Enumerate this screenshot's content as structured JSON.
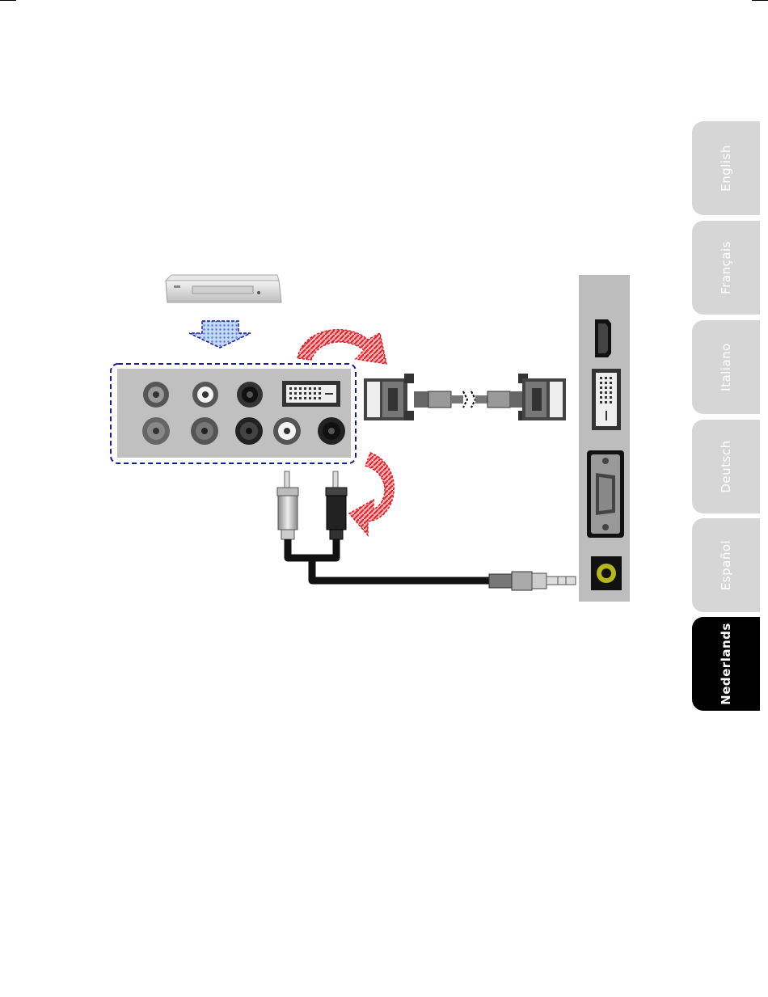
{
  "language_tabs": [
    {
      "label": "English",
      "active": false
    },
    {
      "label": "Français",
      "active": false
    },
    {
      "label": "Italiano",
      "active": false
    },
    {
      "label": "Deutsch",
      "active": false
    },
    {
      "label": "Español",
      "active": false
    },
    {
      "label": "Nederlands",
      "active": true
    }
  ],
  "colors": {
    "tab_inactive": "#d6d6d6",
    "tab_active": "#000000",
    "cable_dark": "#111111",
    "arrow_red": "#e0202a",
    "arrow_blue": "#4a7bd0",
    "panel_grey": "#bdbdbd",
    "dashed_border": "#1a1aa0"
  }
}
